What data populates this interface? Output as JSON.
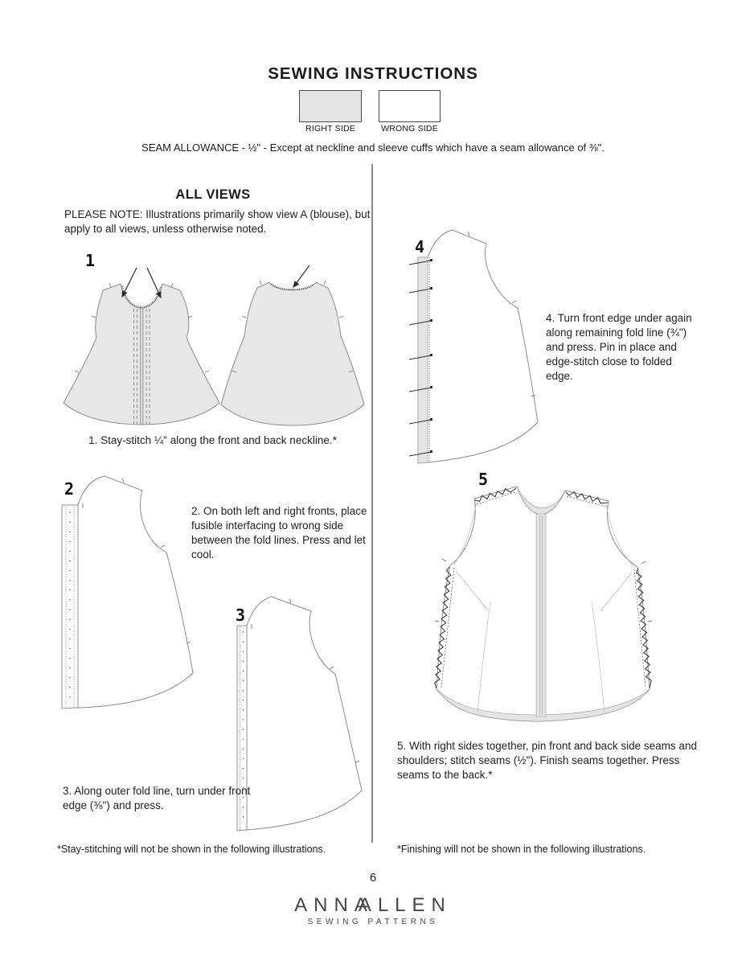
{
  "header": {
    "title": "SEWING INSTRUCTIONS",
    "legend": {
      "right_side": "RIGHT SIDE",
      "wrong_side": "WRONG SIDE"
    },
    "seam_allowance": "SEAM ALLOWANCE - ½\" - Except at neckline and sleeve cuffs which have a seam allowance of ⅜\"."
  },
  "left_column": {
    "heading": "ALL VIEWS",
    "note": "PLEASE NOTE: Illustrations primarily show view A (blouse), but apply to all views, unless otherwise noted."
  },
  "figures": {
    "fig1": {
      "number": "1",
      "caption": "1. Stay-stitch ¼\" along the front and back neckline.*"
    },
    "fig2": {
      "number": "2",
      "caption": "2. On both left and right fronts, place fusible interfacing to wrong side between the fold lines. Press and let cool."
    },
    "fig3": {
      "number": "3",
      "caption": "3. Along outer fold line, turn under front edge (⅜\") and press."
    },
    "fig4": {
      "number": "4",
      "caption": "4. Turn front edge under again along remaining fold line (¾\") and press. Pin in place and edge-stitch close to folded edge."
    },
    "fig5": {
      "number": "5",
      "caption": "5. With right sides together, pin front and back side seams and shoulders; stitch seams (½\"). Finish seams together. Press seams to the back.*"
    }
  },
  "footnotes": {
    "left": "*Stay-stitching will not be shown in the following illustrations.",
    "right": "*Finishing will not be shown in the following illustrations."
  },
  "page_number": "6",
  "logo": {
    "name_part1": "ANNA",
    "name_part2": "ALLEN",
    "subtitle": "SEWING PATTERNS"
  },
  "colors": {
    "fabric_right_side": "#e7e7e7",
    "fabric_wrong_side": "#ffffff",
    "outline": "#8c8c8c",
    "text": "#1c1c1c"
  }
}
